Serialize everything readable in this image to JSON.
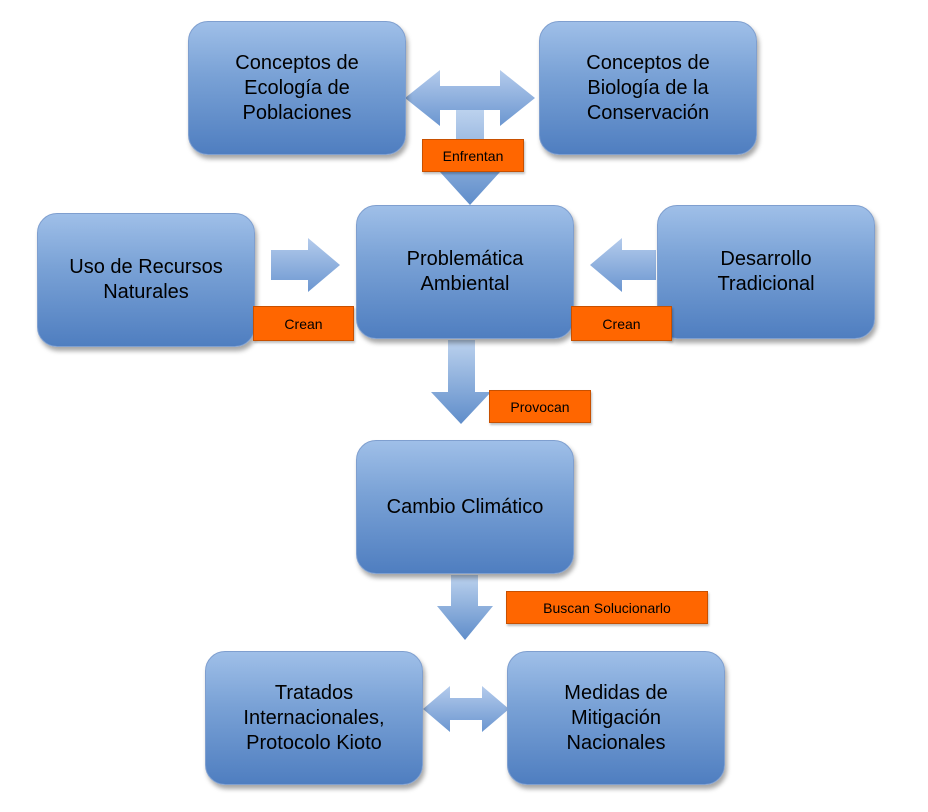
{
  "nodes": {
    "ecologia": "Conceptos de\nEcología de\nPoblaciones",
    "biologia": "Conceptos de\nBiología de la\nConservación",
    "uso_recursos": "Uso de Recursos\nNaturales",
    "problematica": "Problemática\nAmbiental",
    "desarrollo": "Desarrollo\nTradicional",
    "cambio": "Cambio Climático",
    "tratados": "Tratados\nInternacionales,\nProtocolo Kioto",
    "medidas": "Medidas de\nMitigación\nNacionales"
  },
  "labels": {
    "enfrentan": "Enfrentan",
    "crean_left": "Crean",
    "crean_right": "Crean",
    "provocan": "Provocan",
    "buscan": "Buscan Solucionarlo"
  },
  "colors": {
    "box_top": "#9fbfe8",
    "box_bottom": "#4f7ec0",
    "label_fill": "#ff6600"
  }
}
